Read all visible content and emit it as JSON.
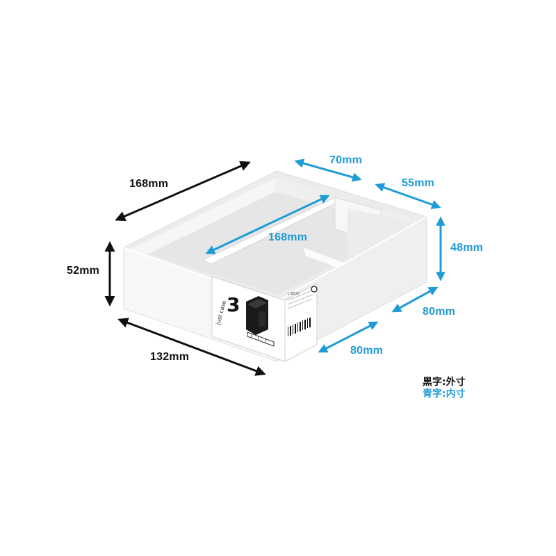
{
  "colors": {
    "outer_dimension": "#111111",
    "inner_dimension": "#1f9bd7",
    "case_body": "#f4f4f4"
  },
  "dimensions": {
    "outer_depth": "168mm",
    "outer_height": "52mm",
    "outer_width": "132mm",
    "inner_depth": "168mm",
    "inner_width_left": "70mm",
    "inner_width_right": "55mm",
    "inner_height": "48mm",
    "inner_front_right": "80mm",
    "inner_front_bottom": "80mm"
  },
  "label_tag": {
    "number": "3",
    "brand": "just case",
    "code": "L-8026"
  },
  "legend": {
    "outer": "黒字:外寸",
    "inner": "青字:内寸"
  }
}
